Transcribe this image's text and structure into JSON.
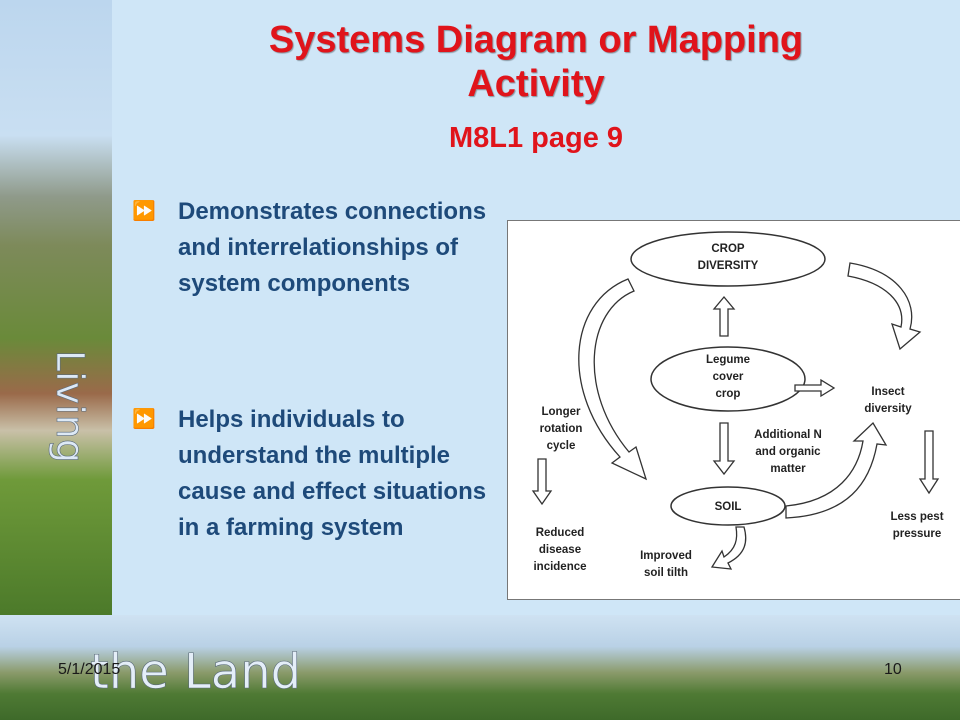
{
  "title": {
    "line1": "Systems Diagram or Mapping",
    "line2": "Activity",
    "subtitle": "M8L1 page 9"
  },
  "bullets": [
    {
      "marker": "⏩",
      "text": "Demonstrates connections and interrelationships of system components"
    },
    {
      "marker": "⏩",
      "text": "Helps individuals to understand the multiple cause and effect situations in a farming system"
    }
  ],
  "branding": {
    "top": "Living",
    "bottom": "the Land"
  },
  "footer": {
    "date": "5/1/2015",
    "page": "10"
  },
  "diagram": {
    "nodes": {
      "crop_diversity": [
        "CROP",
        "DIVERSITY"
      ],
      "legume": [
        "Legume",
        "cover",
        "crop"
      ],
      "soil": "SOIL"
    },
    "labels": {
      "insect": [
        "Insect",
        "diversity"
      ],
      "longer": [
        "Longer",
        "rotation",
        "cycle"
      ],
      "additional": [
        "Additional N",
        "and organic",
        "matter"
      ],
      "less_pest": [
        "Less pest",
        "pressure"
      ],
      "reduced": [
        "Reduced",
        "disease",
        "incidence"
      ],
      "tilth": [
        "Improved",
        "soil tilth"
      ]
    }
  }
}
